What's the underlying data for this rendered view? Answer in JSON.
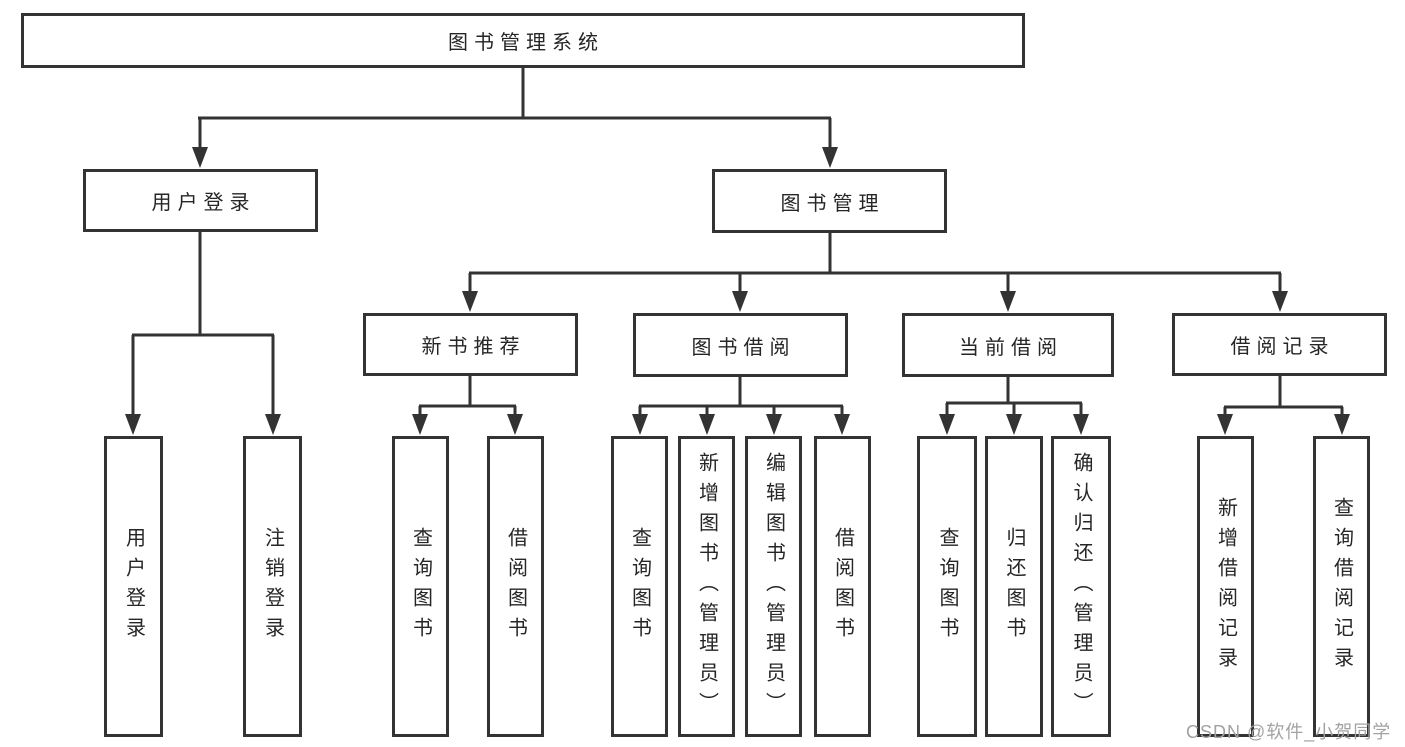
{
  "diagram": {
    "root": {
      "label": "图书管理系统"
    },
    "branches": [
      {
        "label": "用户登录",
        "leaves": [
          {
            "label": "用户登录"
          },
          {
            "label": "注销登录"
          }
        ]
      },
      {
        "label": "图书管理",
        "sections": [
          {
            "label": "新书推荐",
            "leaves": [
              {
                "label": "查询图书"
              },
              {
                "label": "借阅图书"
              }
            ]
          },
          {
            "label": "图书借阅",
            "leaves": [
              {
                "label": "查询图书"
              },
              {
                "label": "新增图书（管理员）"
              },
              {
                "label": "编辑图书（管理员）"
              },
              {
                "label": "借阅图书"
              }
            ]
          },
          {
            "label": "当前借阅",
            "leaves": [
              {
                "label": "查询图书"
              },
              {
                "label": "归还图书"
              },
              {
                "label": "确认归还（管理员）"
              }
            ]
          },
          {
            "label": "借阅记录",
            "leaves": [
              {
                "label": "新增借阅记录"
              },
              {
                "label": "查询借阅记录"
              }
            ]
          }
        ]
      }
    ]
  },
  "watermark": {
    "text": "CSDN @软件_小贺同学"
  },
  "colors": {
    "line": "#333333",
    "text": "#262626",
    "watermark": "#a2a2a2",
    "background": "#ffffff"
  }
}
